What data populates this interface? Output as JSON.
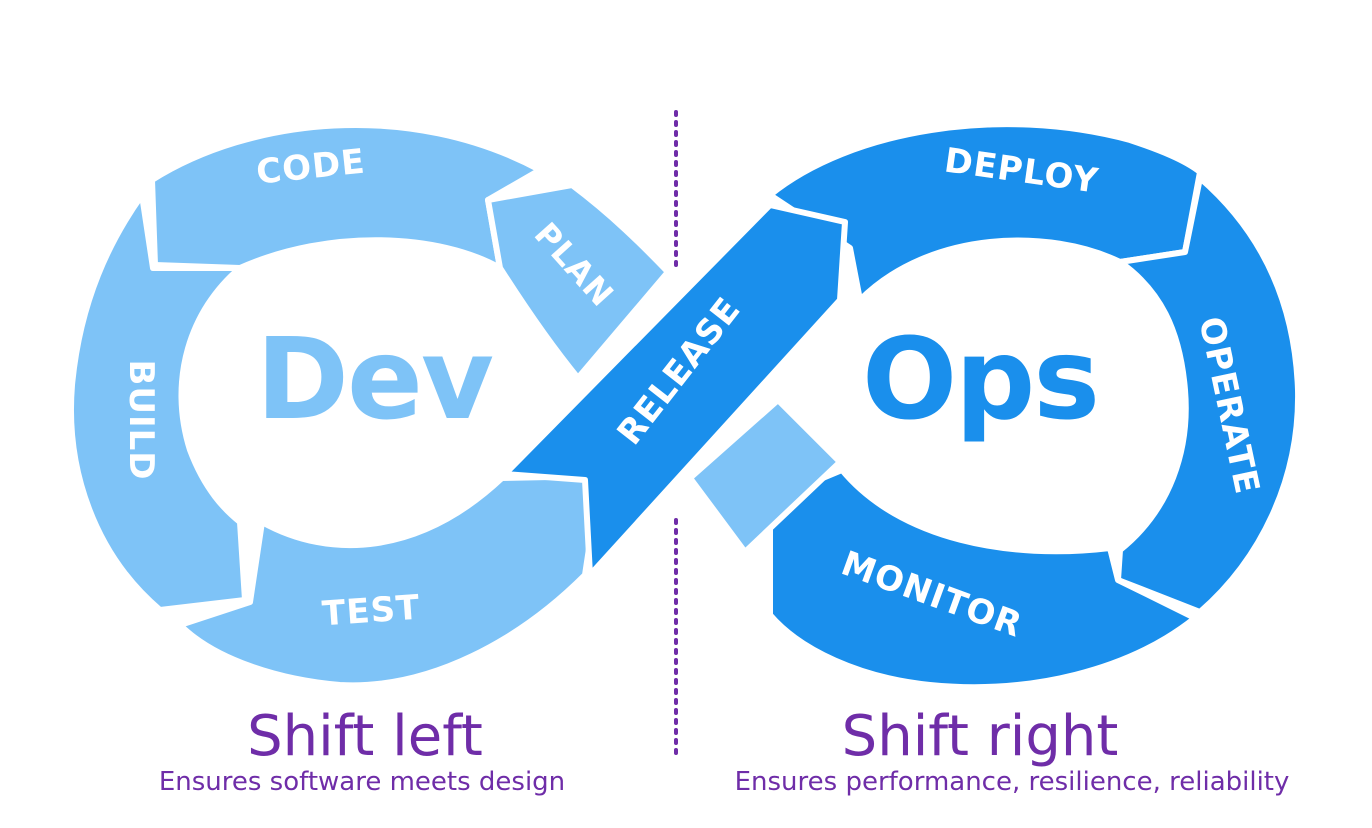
{
  "colors": {
    "dev_light": "#7EC3F7",
    "ops_dark": "#1A8FEC",
    "text_purple": "#6F2DA8",
    "white": "#FFFFFF"
  },
  "dev": {
    "center_label": "Dev",
    "segments": {
      "code": "CODE",
      "plan": "PLAN",
      "build": "BUILD",
      "test": "TEST"
    }
  },
  "ops": {
    "center_label": "Ops",
    "segments": {
      "deploy": "DEPLOY",
      "operate": "OPERATE",
      "monitor": "MONITOR"
    }
  },
  "release": {
    "label": "RELEASE"
  },
  "shift_left": {
    "title": "Shift left",
    "subtitle": "Ensures software meets design"
  },
  "shift_right": {
    "title": "Shift right",
    "subtitle": "Ensures performance, resilience, reliability"
  }
}
